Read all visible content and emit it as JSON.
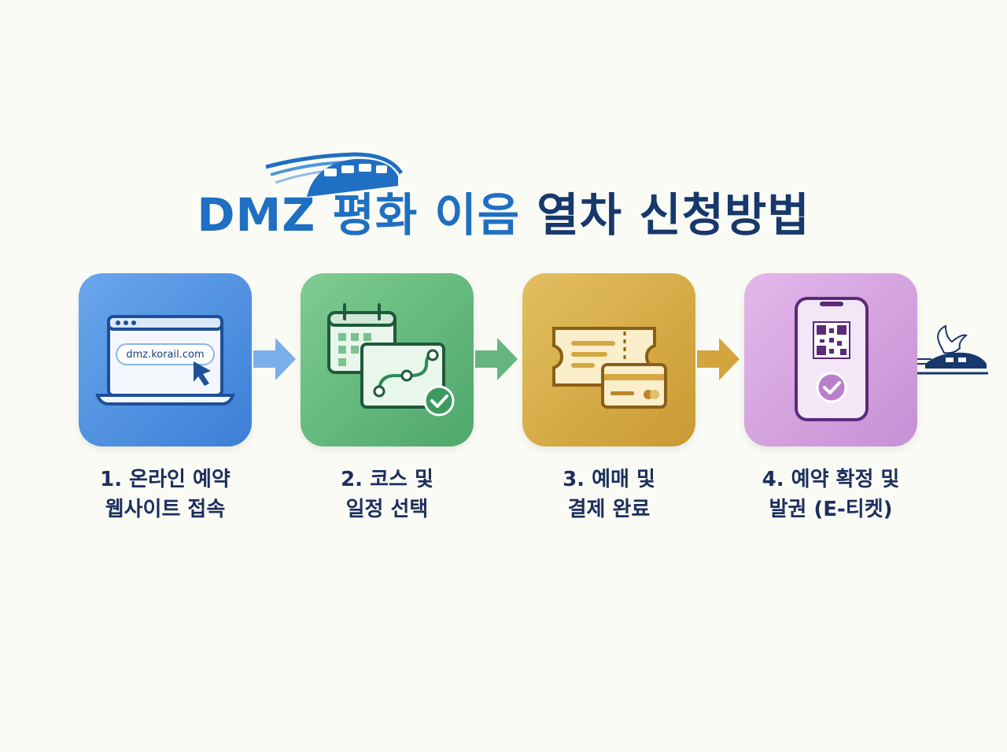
{
  "title": {
    "part_a": "DMZ 평화 이음",
    "part_b": "열차 신청방법"
  },
  "steps": [
    {
      "line1": "1. 온라인 예약",
      "line2": "웹사이트 접속",
      "url": "dmz.korail.com",
      "icon": "laptop-icon",
      "color": "#4a8ce0"
    },
    {
      "line1": "2. 코스 및",
      "line2": "일정 선택",
      "icon": "calendar-route-icon",
      "color": "#5db177"
    },
    {
      "line1": "3. 예매 및",
      "line2": "결제 완료",
      "icon": "ticket-card-icon",
      "color": "#d4a945"
    },
    {
      "line1": "4. 예약 확정 및",
      "line2": "발권 (E-티켓)",
      "icon": "phone-qr-icon",
      "color": "#d3a2de"
    }
  ],
  "colors": {
    "title_blue": "#1f6fc2",
    "title_navy": "#17386c",
    "label": "#1c2f5c"
  }
}
